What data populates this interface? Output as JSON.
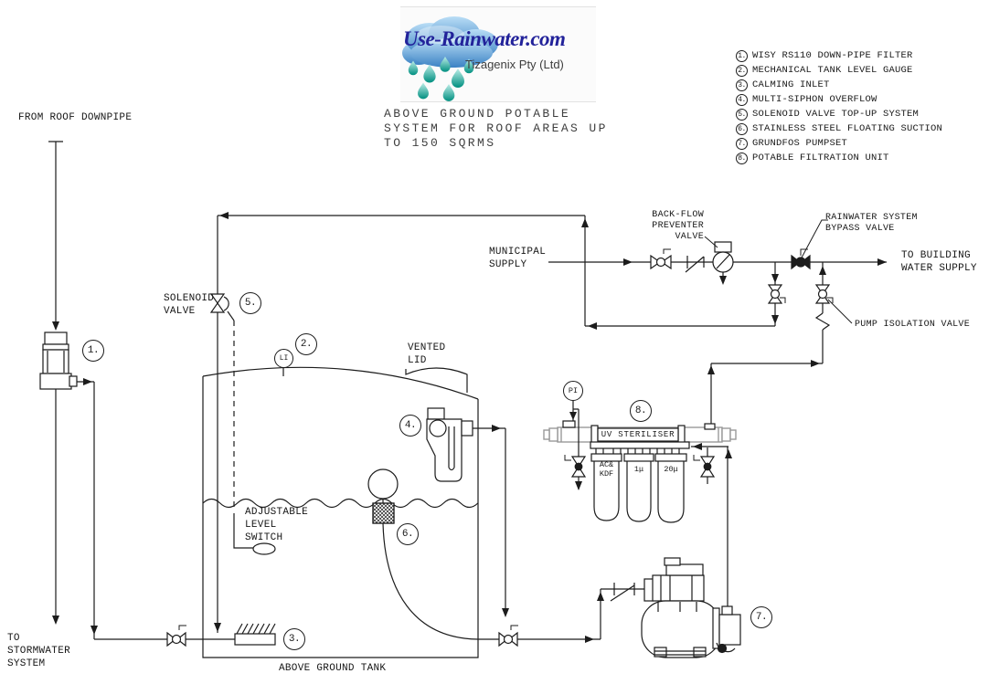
{
  "logo": {
    "brand": "Use-Rainwater.com",
    "company": "Tizagenix Pty (Ltd)"
  },
  "title": "ABOVE GROUND POTABLE\nSYSTEM FOR ROOF AREAS UP\nTO 150 SQRMS",
  "legend": {
    "items": [
      {
        "num": "1.",
        "label": "WISY RS110 DOWN-PIPE FILTER"
      },
      {
        "num": "2.",
        "label": "MECHANICAL TANK LEVEL GAUGE"
      },
      {
        "num": "3.",
        "label": "CALMING INLET"
      },
      {
        "num": "4.",
        "label": "MULTI-SIPHON OVERFLOW"
      },
      {
        "num": "5.",
        "label": "SOLENOID VALVE TOP-UP SYSTEM"
      },
      {
        "num": "6.",
        "label": "STAINLESS STEEL FLOATING SUCTION"
      },
      {
        "num": "7.",
        "label": "GRUNDFOS PUMPSET"
      },
      {
        "num": "8.",
        "label": "POTABLE FILTRATION UNIT"
      }
    ]
  },
  "callouts": [
    "1.",
    "2.",
    "3.",
    "4.",
    "5.",
    "6.",
    "7.",
    "8."
  ],
  "labels": {
    "from_roof": "FROM ROOF DOWNPIPE",
    "to_stormwater": "TO\nSTORMWATER\nSYSTEM",
    "solenoid_valve": "SOLENOID\nVALVE",
    "adjustable_level_switch": "ADJUSTABLE\nLEVEL\nSWITCH",
    "vented_lid": "VENTED\nLID",
    "tank_caption": "ABOVE GROUND TANK",
    "municipal_supply": "MUNICIPAL\nSUPPLY",
    "backflow_preventer": "BACK-FLOW\nPREVENTER\nVALVE",
    "bypass_valve": "RAINWATER SYSTEM\nBYPASS VALVE",
    "to_building": "TO BUILDING\nWATER SUPPLY",
    "pump_isolation_valve": "PUMP ISOLATION VALVE"
  },
  "instruments": {
    "level_indicator": "LI",
    "pressure_indicator": "PI"
  },
  "equipment": {
    "uv_unit": "UV STERILISER",
    "filter1": "AC&\nKDF",
    "filter2": "1μ",
    "filter3": "20μ"
  },
  "colors": {
    "line": "#1c1c1c",
    "uv_gray": "#999999",
    "brand_blue": "#22229a",
    "cloud_blue": "#3b82c4",
    "drop_teal": "#00a493"
  }
}
